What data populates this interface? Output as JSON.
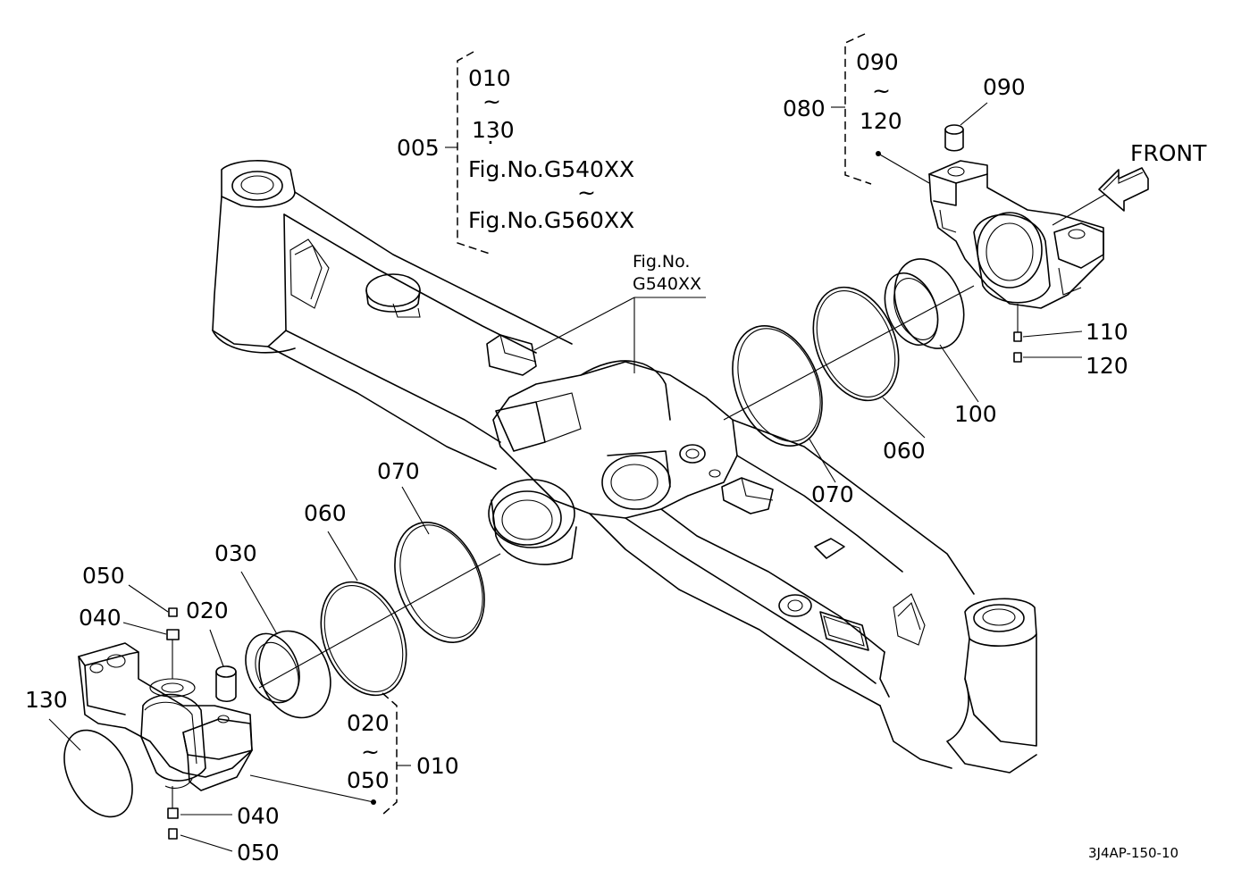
{
  "labels": {
    "l005": "005",
    "l005_top": "010",
    "l005_tilde1": "~",
    "l005_mid": "130",
    "l005_dot": "·",
    "l005_fig1": "Fig.No.G540XX",
    "l005_tilde2": "~",
    "l005_fig2": "Fig.No.G560XX",
    "fig_ref_a": "Fig.No.",
    "fig_ref_b": "G540XX",
    "l080": "080",
    "l080_top": "090",
    "l080_tilde": "~",
    "l080_bot": "120",
    "l090": "090",
    "front": "FRONT",
    "l110": "110",
    "l120": "120",
    "l100": "100",
    "l060_right": "060",
    "l070_right": "070",
    "l070_left": "070",
    "l060_left": "060",
    "l030": "030",
    "l020": "020",
    "l050_top": "050",
    "l040_top": "040",
    "l130": "130",
    "l010_top": "020",
    "l010_tilde": "~",
    "l010_bot": "050",
    "l010": "010",
    "l040_bot": "040",
    "l050_bot": "050",
    "drawing_code": "3J4AP-150-10"
  }
}
